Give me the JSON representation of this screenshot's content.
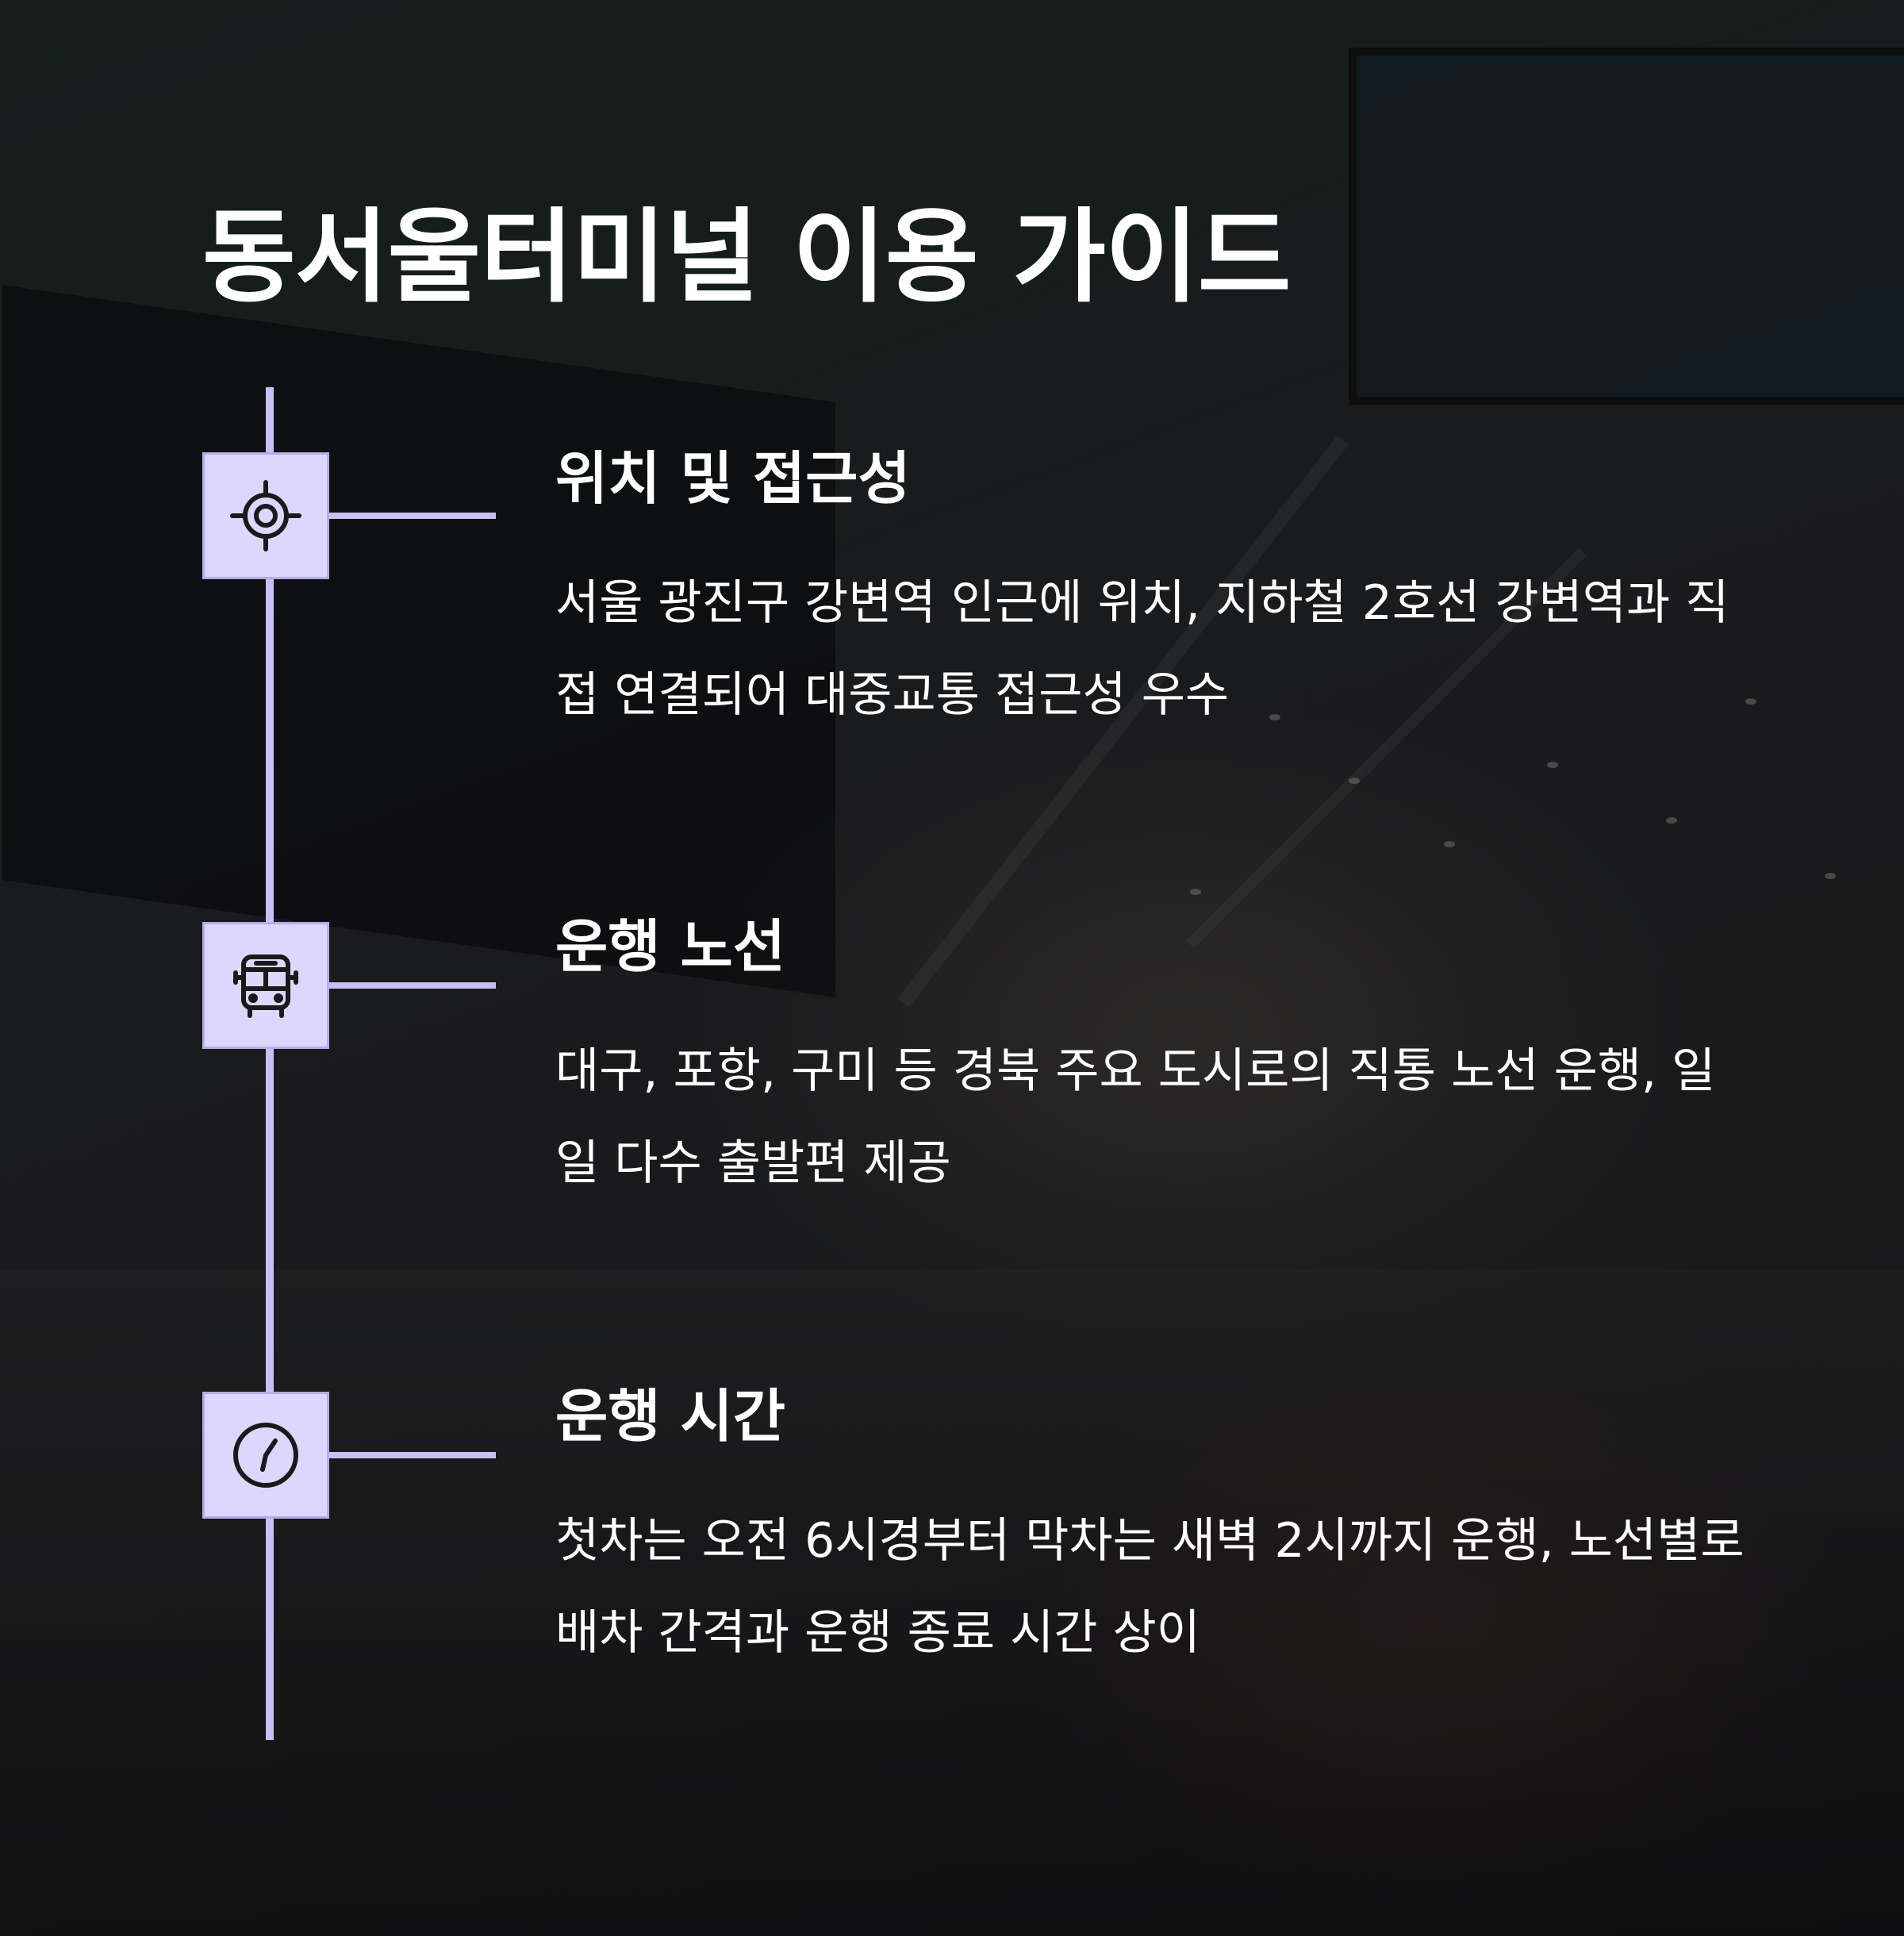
{
  "page": {
    "title": "동서울터미널 이용 가이드",
    "accent_color": "#c8c0f4",
    "icon_bg_color": "#ddd7fd"
  },
  "sections": [
    {
      "icon": "crosshair-icon",
      "title": "위치 및 접근성",
      "description": "서울 광진구 강변역 인근에 위치, 지하철 2호선 강변역과 직접 연결되어 대중교통 접근성 우수"
    },
    {
      "icon": "bus-icon",
      "title": "운행 노선",
      "description": "대구, 포항, 구미 등 경북 주요 도시로의 직통 노선 운행, 일일 다수 출발편 제공"
    },
    {
      "icon": "clock-icon",
      "title": "운행 시간",
      "description": "첫차는 오전 6시경부터 막차는 새벽 2시까지 운행, 노선별로 배차 간격과 운행 종료 시간 상이"
    }
  ]
}
